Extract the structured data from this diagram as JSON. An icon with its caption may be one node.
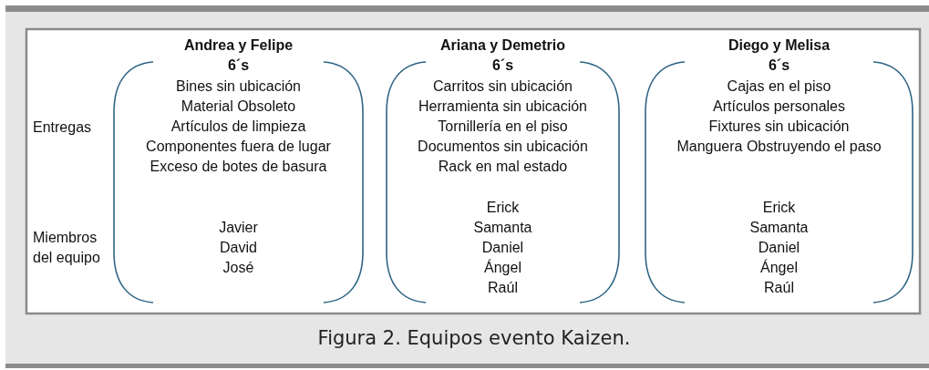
{
  "diagram": {
    "caption": "Figura 2. Equipos evento Kaizen.",
    "nodes": [
      {
        "text": [
          "Andrea y Felipe",
          "6´s",
          "Bines sin ubicación",
          "Material Obsoleto",
          "Artículos de limpieza",
          "Componentes fuera de lugar",
          "Exceso de botes de basura",
          "Javier",
          "David",
          "José"
        ]
      },
      {
        "text": [
          "Ariana y Demetrio",
          "6´s",
          "Carritos sin ubicación",
          "Herramienta sin ubicación",
          "Tornillería en el piso",
          "Documentos sin ubicación",
          "Rack en mal estado",
          "Erick",
          "Samanta",
          "Daniel",
          "Ángel",
          "Raúl"
        ]
      },
      {
        "text": [
          "Diego y Melisa",
          "6´s",
          "Cajas en el piso",
          "Artículos personales",
          "Fixtures sin ubicación",
          "Manguera Obstruyendo el paso",
          "Erick",
          "Samanta",
          "Daniel",
          "Ángel",
          "Raúl"
        ]
      }
    ],
    "edges": [],
    "labels": [
      "Entregas",
      "Miembros del equipo"
    ]
  }
}
